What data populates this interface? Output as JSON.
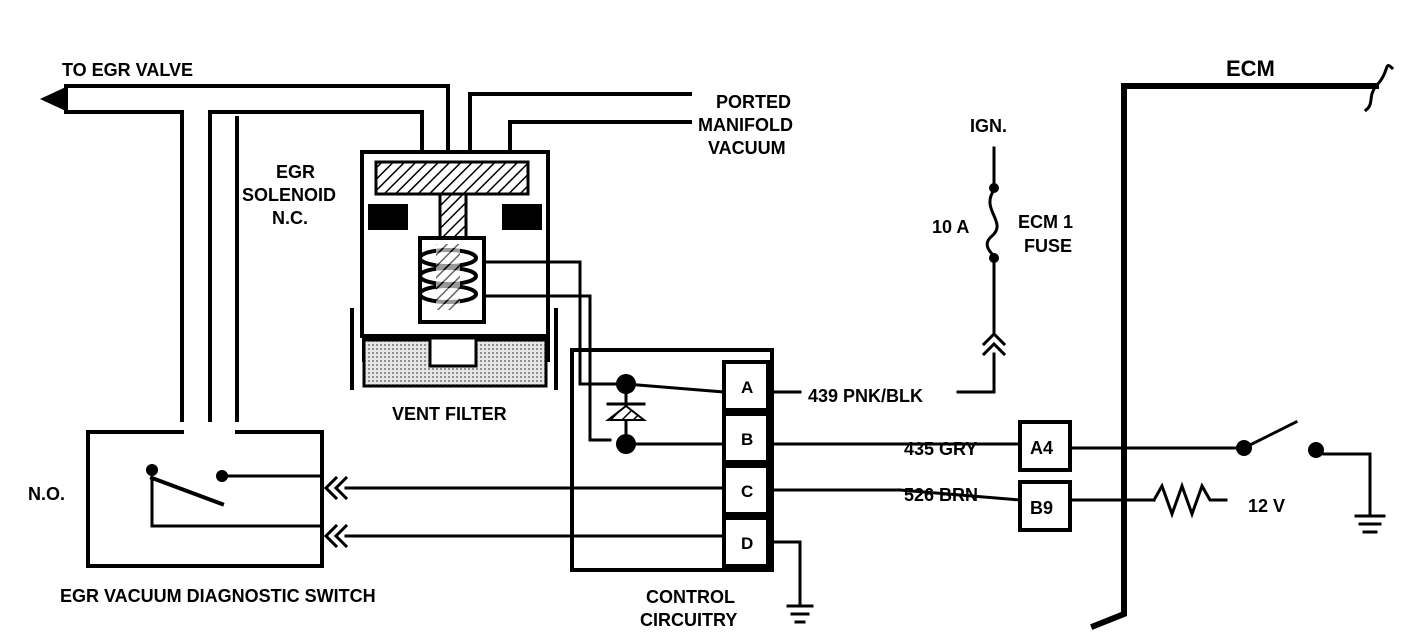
{
  "labels": {
    "to_egr_valve": "TO EGR VALVE",
    "ported": "PORTED",
    "manifold": "MANIFOLD",
    "vacuum": "VACUUM",
    "egr": "EGR",
    "solenoid": "SOLENOID",
    "nc": "N.C.",
    "vent_filter": "VENT FILTER",
    "no": "N.O.",
    "switch_name": "EGR VACUUM DIAGNOSTIC SWITCH",
    "control": "CONTROL",
    "circuitry": "CIRCUITRY",
    "ign": "IGN.",
    "fuse_rating": "10 A",
    "ecm1": "ECM 1",
    "fuse": "FUSE",
    "ecm": "ECM",
    "voltage": "12 V"
  },
  "pins": [
    "A",
    "B",
    "C",
    "D"
  ],
  "wires": {
    "a": "439 PNK/BLK",
    "b": "435 GRY",
    "c": "526 BRN"
  },
  "ecm_pins": {
    "a4": "A4",
    "b9": "B9"
  },
  "colors": {
    "ink": "#000000",
    "filter_fill": "#d0d0d0",
    "background": "#ffffff"
  }
}
